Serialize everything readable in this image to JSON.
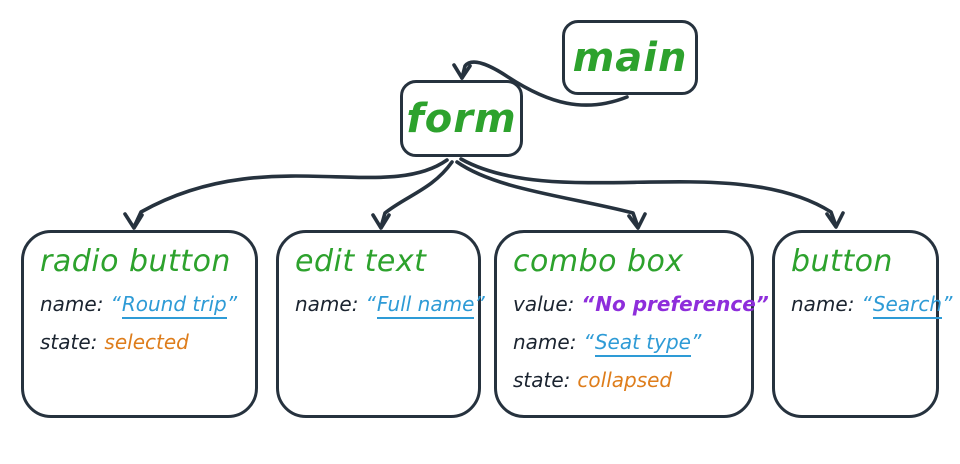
{
  "palette": {
    "ink": "#26323E",
    "green": "#2DA22D",
    "blue": "#2E9BD6",
    "orange": "#DE7D1B",
    "purple": "#8E2EDB",
    "label": "#1B2430",
    "bg": "#FFFFFF"
  },
  "quotes": {
    "open": "“",
    "close": "”"
  },
  "nodes": {
    "main": {
      "title": "main"
    },
    "form": {
      "title": "form"
    },
    "children": [
      {
        "title": "radio button",
        "props": [
          {
            "label": "name:",
            "value": "Round trip",
            "kind": "name"
          },
          {
            "label": "state:",
            "value": "selected",
            "kind": "state"
          }
        ]
      },
      {
        "title": "edit text",
        "props": [
          {
            "label": "name:",
            "value": "Full name",
            "kind": "name"
          }
        ]
      },
      {
        "title": "combo box",
        "props": [
          {
            "label": "value:",
            "value": "No preference",
            "kind": "value"
          },
          {
            "label": "name:",
            "value": "Seat type",
            "kind": "name"
          },
          {
            "label": "state:",
            "value": "collapsed",
            "kind": "state"
          }
        ]
      },
      {
        "title": "button",
        "props": [
          {
            "label": "name:",
            "value": "Search",
            "kind": "name"
          }
        ]
      }
    ]
  },
  "edges": [
    {
      "from": "main",
      "to": "form"
    },
    {
      "from": "form",
      "to": "radio button"
    },
    {
      "from": "form",
      "to": "edit text"
    },
    {
      "from": "form",
      "to": "combo box"
    },
    {
      "from": "form",
      "to": "button"
    }
  ]
}
